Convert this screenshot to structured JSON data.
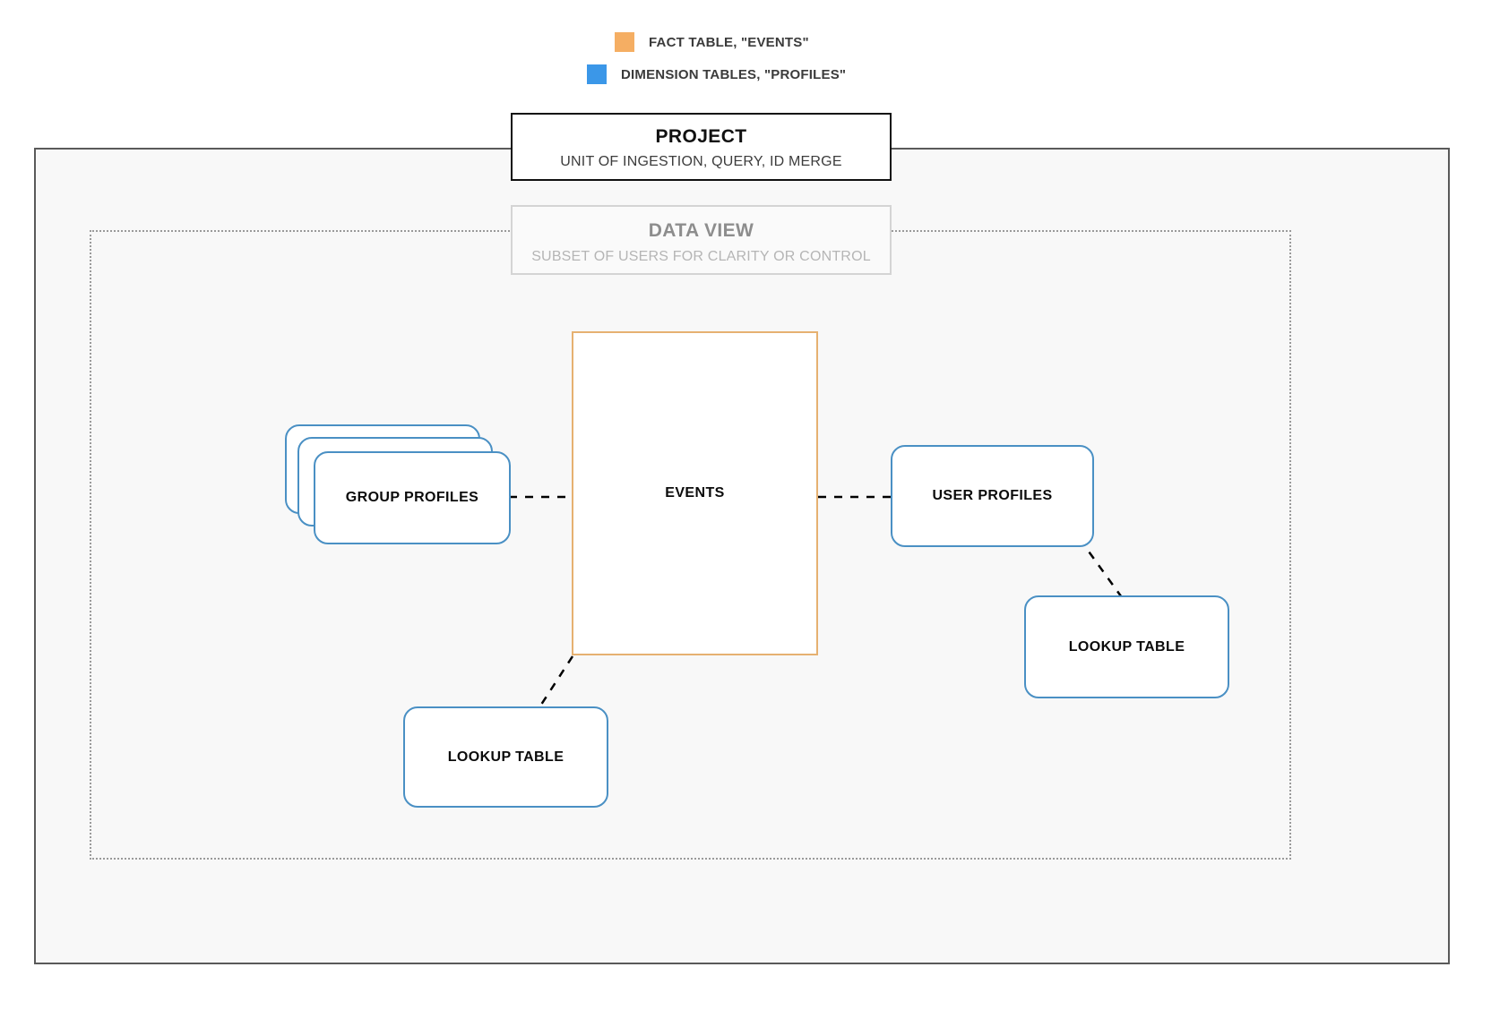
{
  "legend": {
    "items": [
      {
        "label": "FACT TABLE, \"EVENTS\"",
        "color": "#F5AE63",
        "icon": "square-swatch-icon"
      },
      {
        "label": "DIMENSION TABLES, \"PROFILES\"",
        "color": "#3B97E8",
        "icon": "square-swatch-icon"
      }
    ]
  },
  "project": {
    "title": "PROJECT",
    "subtitle": "UNIT OF INGESTION, QUERY, ID MERGE",
    "border_color": "#111111"
  },
  "data_view": {
    "title": "DATA VIEW",
    "subtitle": "SUBSET OF USERS FOR CLARITY OR CONTROL",
    "border_color": "#D4D4D4",
    "text_color": "#8D8D8D"
  },
  "nodes": {
    "group_profiles": {
      "label": "GROUP PROFILES",
      "kind": "dimension",
      "stacked": true,
      "stack_count": 3
    },
    "events": {
      "label": "EVENTS",
      "kind": "fact"
    },
    "user_profiles": {
      "label": "USER PROFILES",
      "kind": "dimension"
    },
    "lookup_table_left": {
      "label": "LOOKUP TABLE",
      "kind": "dimension"
    },
    "lookup_table_right": {
      "label": "LOOKUP TABLE",
      "kind": "dimension"
    }
  },
  "edges": [
    {
      "from": "group_profiles",
      "to": "events",
      "style": "dashed"
    },
    {
      "from": "events",
      "to": "user_profiles",
      "style": "dashed"
    },
    {
      "from": "events",
      "to": "lookup_table_left",
      "style": "dashed"
    },
    {
      "from": "user_profiles",
      "to": "lookup_table_right",
      "style": "dashed"
    }
  ],
  "colors": {
    "fact_border": "#E6B171",
    "dimension_border": "#4A90C4",
    "project_frame": "#5A5A5A",
    "data_view_frame": "#9A9A9A",
    "canvas": "#F8F8F8",
    "edge": "#000000"
  }
}
